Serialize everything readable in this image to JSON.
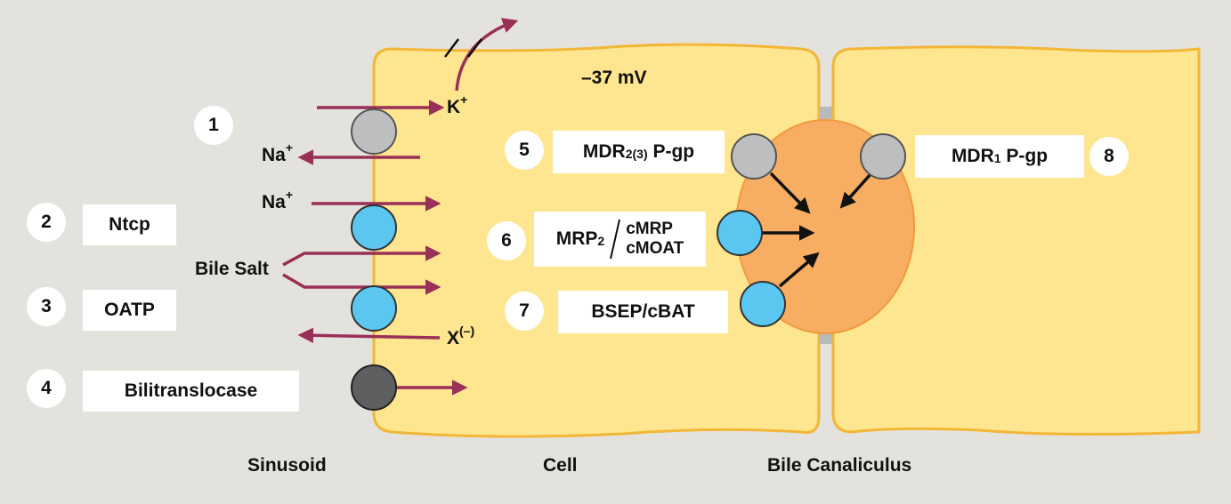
{
  "voltage": "–37 mV",
  "regions": {
    "sinusoid": "Sinusoid",
    "cell": "Cell",
    "canaliculus": "Bile Canaliculus"
  },
  "ions": {
    "k": "K",
    "k_sup": "+",
    "na1": "Na",
    "na1_sup": "+",
    "na2": "Na",
    "na2_sup": "+",
    "x": "X",
    "x_sup": "(–)",
    "bile_salt": "Bile Salt"
  },
  "transporters": [
    {
      "num": "1"
    },
    {
      "num": "2",
      "label": "Ntcp"
    },
    {
      "num": "3",
      "label": "OATP"
    },
    {
      "num": "4",
      "label": "Bilitranslocase"
    },
    {
      "num": "5",
      "label_pre": "MDR",
      "label_sub": "2(3)",
      "label_post": "P-gp"
    },
    {
      "num": "6",
      "label_pre": "MRP",
      "label_sub": "2",
      "label_top": "cMRP",
      "label_bottom": "cMOAT"
    },
    {
      "num": "7",
      "label": "BSEP/cBAT"
    },
    {
      "num": "8",
      "label_pre": "MDR",
      "label_sub": "1",
      "label_post": "P-gp"
    }
  ],
  "colors": {
    "background": "#e4e2dc",
    "cell_fill": "#fde68f",
    "cell_border": "#f3b637",
    "canaliculus": "#f7ad62",
    "arrow": "#9a2f57",
    "gray_transporter": "#bdbec0",
    "blue_transporter": "#5bc7f1",
    "dark_transporter": "#5e5f61"
  }
}
